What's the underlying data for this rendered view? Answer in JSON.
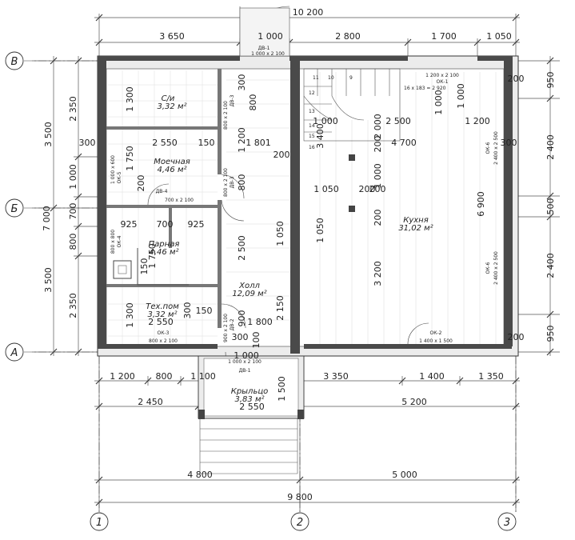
{
  "grid_axes": {
    "horizontal": [
      "В",
      "Б",
      "А"
    ],
    "vertical": [
      "1",
      "2",
      "3"
    ]
  },
  "overall_dims": {
    "top": "10 200",
    "bottom": "9 800",
    "left": "7 000"
  },
  "top_dims": [
    "3 650",
    "1 000",
    "2 800",
    "1 700",
    "1 050"
  ],
  "bottom_dims_row1": [
    "1 200",
    "800",
    "1 100",
    "1 000",
    "3 350",
    "1 400",
    "1 350"
  ],
  "bottom_dims_row2": [
    "2 450",
    "5 200"
  ],
  "bottom_dims_row3": [
    "4 800",
    "5 000"
  ],
  "left_dims_outer": [
    "3 500",
    "3 500"
  ],
  "left_dims_inner": [
    "2 350",
    "1 000",
    "700",
    "800",
    "2 350"
  ],
  "right_dims": [
    "950",
    "2 400",
    "500",
    "2 400",
    "950"
  ],
  "rooms": [
    {
      "name": "С/и",
      "area": "3,32 м²"
    },
    {
      "name": "Моечная",
      "area": "4,46 м²"
    },
    {
      "name": "Парная",
      "area": "4,46 м²"
    },
    {
      "name": "Тех.пом",
      "area": "3,32 м²"
    },
    {
      "name": "Холл",
      "area": "12,09 м²"
    },
    {
      "name": "Кухня",
      "area": "31,02 м²"
    },
    {
      "name": "Крыльцо",
      "area": "3,83 м²"
    }
  ],
  "openings": [
    {
      "tag": "ДВ-1",
      "size": "1 000 х 2 100"
    },
    {
      "tag": "ДВ-1",
      "size": "1 000 х 2 100"
    },
    {
      "tag": "ДВ-3",
      "size": "800 х 2 100"
    },
    {
      "tag": "ДВ-3",
      "size": "800 х 2 100"
    },
    {
      "tag": "ДВ-4",
      "size": "700 х 2 100"
    },
    {
      "tag": "ДВ-2",
      "size": "900 х 2 100"
    },
    {
      "tag": "ОК-1",
      "size": "1 200 х 2 100"
    },
    {
      "tag": "ОК-2",
      "size": "1 400 х 1 500"
    },
    {
      "tag": "ОК-3",
      "size": "800 х 2 100"
    },
    {
      "tag": "ОК-4",
      "size": "800 х 800"
    },
    {
      "tag": "ОК-5",
      "size": "1 000 х 600"
    },
    {
      "tag": "ОК-6",
      "size": "2 400 х 2 500"
    },
    {
      "tag": "ОК-6",
      "size": "2 400 х 2 500"
    }
  ],
  "stairs": {
    "steps": [
      "9",
      "10",
      "11",
      "12",
      "13",
      "14",
      "15",
      "16"
    ],
    "spec": "16 х 183 = 2 920"
  },
  "inner_dims": [
    "1 300",
    "800",
    "300",
    "2 550",
    "150",
    "1 801",
    "1 200",
    "200",
    "300",
    "1 750",
    "200",
    "800",
    "925",
    "700",
    "925",
    "1 750",
    "150",
    "2 500",
    "1 300",
    "2 550",
    "150",
    "300",
    "900",
    "1 800",
    "100",
    "1 050",
    "2 150",
    "2 550",
    "1 500",
    "1 000",
    "2 500",
    "1 200",
    "3 400",
    "2 000",
    "4 700",
    "1 000",
    "1 050",
    "200",
    "1 000",
    "200",
    "1 050",
    "3 200",
    "200",
    "200",
    "200",
    "300",
    "6 900",
    "1 000",
    "200",
    "300"
  ]
}
